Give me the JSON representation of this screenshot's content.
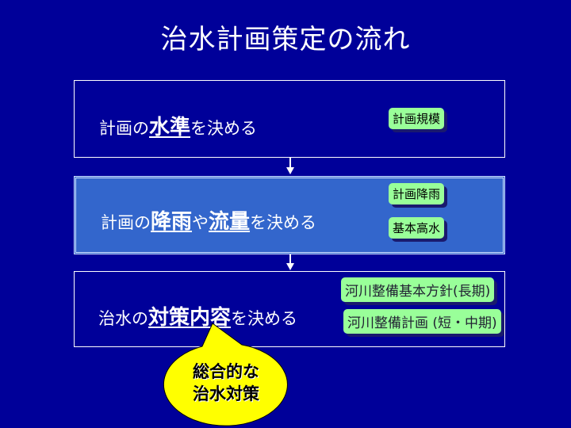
{
  "title": "治水計画策定の流れ",
  "steps": [
    {
      "parts": [
        "計画の",
        "水準",
        "を決める"
      ],
      "tags": [
        "計画規模"
      ]
    },
    {
      "parts": [
        "計画の",
        "降雨",
        "や",
        "流量",
        "を決める"
      ],
      "tags": [
        "計画降雨",
        "基本高水"
      ]
    },
    {
      "parts": [
        "治水の",
        "対策内容",
        "を決める"
      ],
      "tags": [
        "河川整備基本方針(長期)",
        "河川整備計画 (短・中期)"
      ]
    }
  ],
  "callout": {
    "line1": "総合的な",
    "line2": "治水対策"
  },
  "colors": {
    "background": "#000099",
    "highlight_box": "#3366cc",
    "tag": "#99ff99",
    "callout": "#ffff00"
  }
}
